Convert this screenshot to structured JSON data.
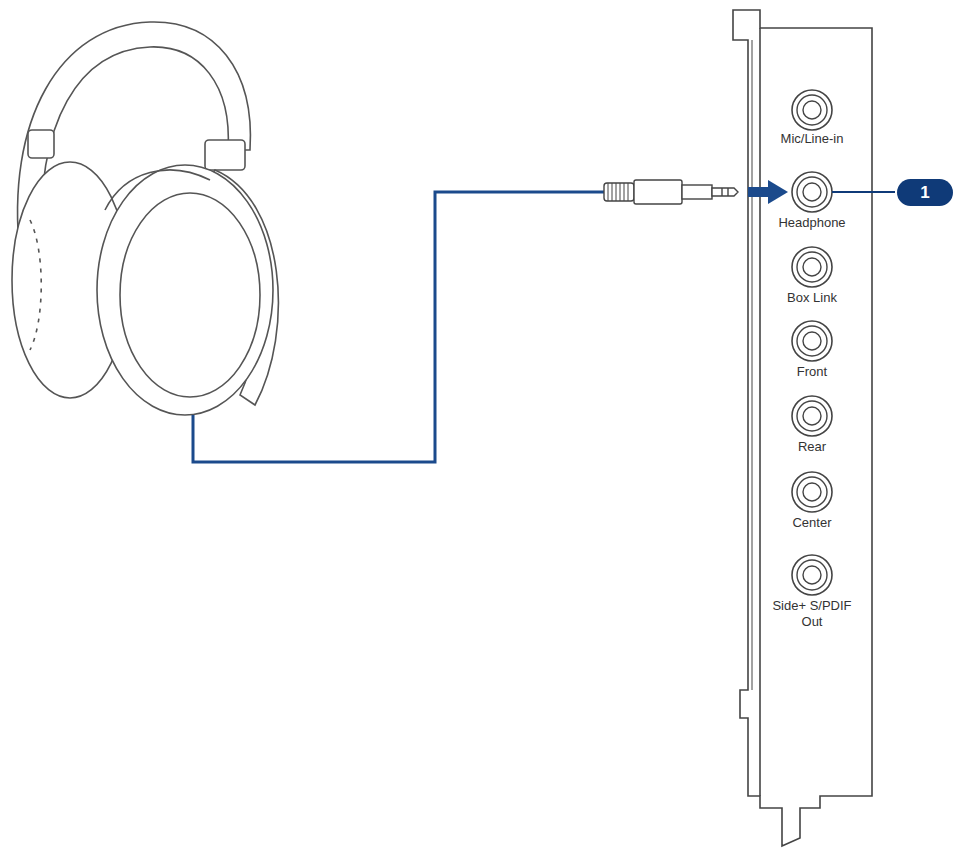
{
  "diagram": {
    "labels": [
      "Mic/Line-in",
      "1",
      "Headphone",
      "Box Link",
      "Front",
      "Rear",
      "Center",
      "Side+ S/PDIF Out"
    ]
  }
}
